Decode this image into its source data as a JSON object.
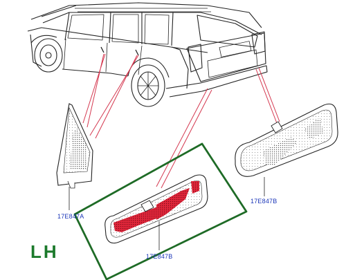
{
  "labels": {
    "part_a": "17E847A",
    "part_b": "17E847B",
    "part_b_highlighted": "17E847B"
  },
  "side_badge": "LH",
  "colors": {
    "outline": "#222222",
    "leader_line": "#d4374f",
    "highlight_box": "#1e6b26",
    "reflector_highlight": "#e0263a",
    "label_text": "#1a35b8",
    "badge_text": "#1c7a2c"
  }
}
